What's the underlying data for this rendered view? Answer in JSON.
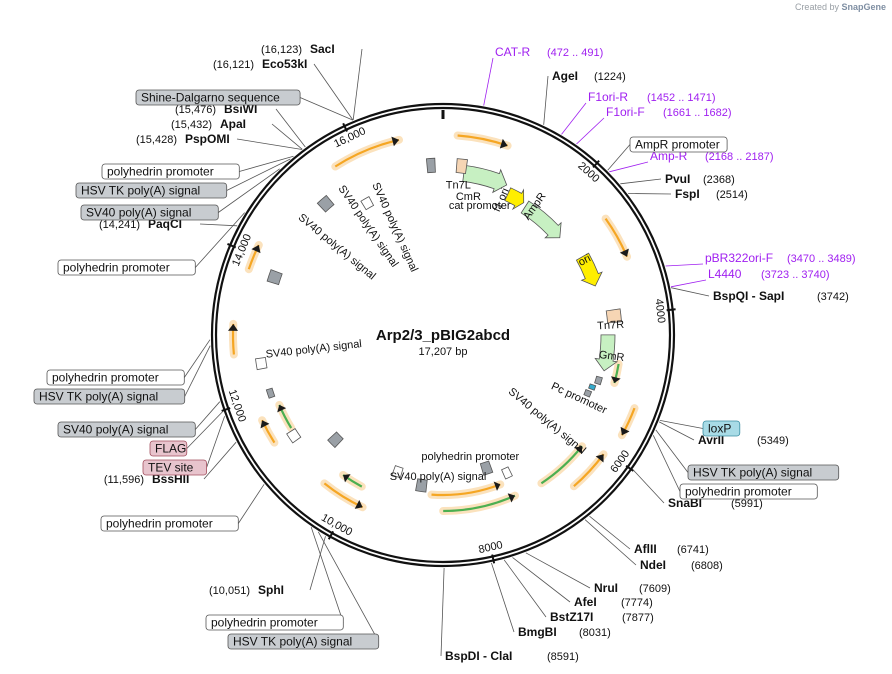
{
  "credit": {
    "prefix": "Created by",
    "brand": "SnapGene"
  },
  "plasmid": {
    "name": "Arp2/3_pBIG2abcd",
    "size": "17,207 bp",
    "length": 17207
  },
  "ticks": [
    {
      "pos": 0,
      "label": ""
    },
    {
      "pos": 2000,
      "label": "2000"
    },
    {
      "pos": 4000,
      "label": "4000"
    },
    {
      "pos": 6000,
      "label": "6000"
    },
    {
      "pos": 8000,
      "label": "8000"
    },
    {
      "pos": 10000,
      "label": "10,000"
    },
    {
      "pos": 12000,
      "label": "12,000"
    },
    {
      "pos": 14000,
      "label": "14,000"
    },
    {
      "pos": 16000,
      "label": "16,000"
    }
  ],
  "enzymes": [
    {
      "name": "AgeI",
      "pos": "(1224)",
      "pos_num": 1224,
      "side": "right"
    },
    {
      "name": "PvuI",
      "pos": "(2368)",
      "pos_num": 2368,
      "side": "right"
    },
    {
      "name": "FspI",
      "pos": "(2514)",
      "pos_num": 2514,
      "side": "right"
    },
    {
      "name": "BspQI  -  SapI",
      "pos": "(3742)",
      "pos_num": 3742,
      "side": "right"
    },
    {
      "name": "AvrII",
      "pos": "(5349)",
      "pos_num": 5349,
      "side": "right"
    },
    {
      "name": "SnaBI",
      "pos": "(5991)",
      "pos_num": 5991,
      "side": "right"
    },
    {
      "name": "AflII",
      "pos": "(6741)",
      "pos_num": 6741,
      "side": "right"
    },
    {
      "name": "NdeI",
      "pos": "(6808)",
      "pos_num": 6808,
      "side": "right"
    },
    {
      "name": "NruI",
      "pos": "(7609)",
      "pos_num": 7609,
      "side": "right"
    },
    {
      "name": "AfeI",
      "pos": "(7774)",
      "pos_num": 7774,
      "side": "right"
    },
    {
      "name": "BstZ17I",
      "pos": "(7877)",
      "pos_num": 7877,
      "side": "right"
    },
    {
      "name": "BmgBI",
      "pos": "(8031)",
      "pos_num": 8031,
      "side": "right"
    },
    {
      "name": "BspDI  -  ClaI",
      "pos": "(8591)",
      "pos_num": 8591,
      "side": "right"
    },
    {
      "name": "SphI",
      "pos": "(10,051)",
      "pos_num": 10051,
      "side": "left"
    },
    {
      "name": "BssHII",
      "pos": "(11,596)",
      "pos_num": 11596,
      "side": "left"
    },
    {
      "name": "PaqCI",
      "pos": "(14,241)",
      "pos_num": 14241,
      "side": "left"
    },
    {
      "name": "PspOMI",
      "pos": "(15,428)",
      "pos_num": 15428,
      "side": "left"
    },
    {
      "name": "ApaI",
      "pos": "(15,432)",
      "pos_num": 15432,
      "side": "left"
    },
    {
      "name": "BsiWI",
      "pos": "(15,476)",
      "pos_num": 15476,
      "side": "left"
    },
    {
      "name": "Eco53kI",
      "pos": "(16,121)",
      "pos_num": 16121,
      "side": "left"
    },
    {
      "name": "SacI",
      "pos": "(16,123)",
      "pos_num": 16123,
      "side": "left"
    }
  ],
  "primers": [
    {
      "name": "CAT-R",
      "range": "(472 .. 491)",
      "pos_num": 481
    },
    {
      "name": "F1ori-R",
      "range": "(1452 .. 1471)",
      "pos_num": 1461
    },
    {
      "name": "F1ori-F",
      "range": "(1661 .. 1682)",
      "pos_num": 1671
    },
    {
      "name": "Amp-R",
      "range": "(2168 .. 2187)",
      "pos_num": 2177
    },
    {
      "name": "pBR322ori-F",
      "range": "(3470 .. 3489)",
      "pos_num": 3479
    },
    {
      "name": "L4440",
      "range": "(3723 .. 3740)",
      "pos_num": 3731
    }
  ],
  "outer_features": [
    {
      "name": "AmpR promoter",
      "pos_num": 2150,
      "style": "white"
    },
    {
      "name": "loxP",
      "pos_num": 5330,
      "style": "cyan"
    },
    {
      "name": "HSV TK poly(A) signal",
      "pos_num": 5450,
      "style": "gray"
    },
    {
      "name": "polyhedrin promoter",
      "pos_num": 5520,
      "style": "white"
    },
    {
      "name": "HSV TK poly(A) signal",
      "pos_num": 10150,
      "style": "gray"
    },
    {
      "name": "polyhedrin promoter",
      "pos_num": 10250,
      "style": "white"
    },
    {
      "name": "polyhedrin promoter",
      "pos_num": 11000,
      "style": "white"
    },
    {
      "name": "TEV site",
      "pos_num": 11930,
      "style": "pink"
    },
    {
      "name": "FLAG",
      "pos_num": 11990,
      "style": "pink"
    },
    {
      "name": "SV40 poly(A) signal",
      "pos_num": 12110,
      "style": "gray"
    },
    {
      "name": "HSV TK poly(A) signal",
      "pos_num": 12780,
      "style": "gray"
    },
    {
      "name": "polyhedrin promoter",
      "pos_num": 12850,
      "style": "white"
    },
    {
      "name": "polyhedrin promoter",
      "pos_num": 14420,
      "style": "white"
    },
    {
      "name": "SV40 poly(A) signal",
      "pos_num": 15080,
      "style": "gray"
    },
    {
      "name": "HSV TK poly(A) signal",
      "pos_num": 15250,
      "style": "gray"
    },
    {
      "name": "polyhedrin promoter",
      "pos_num": 15300,
      "style": "white"
    },
    {
      "name": "Shine-Dalgarno sequence",
      "pos_num": 16120,
      "style": "gray"
    }
  ],
  "inner_labels": [
    {
      "text": "Tn7L",
      "pos_num": 280,
      "r": 150,
      "rotate": false
    },
    {
      "text": "CmR",
      "pos_num": 500,
      "r": 140,
      "rotate": false
    },
    {
      "text": "cat promoter",
      "pos_num": 760,
      "r": 134,
      "rotate": false
    },
    {
      "text": "f1 ori",
      "pos_num": 1120,
      "r": 147,
      "rotate": true
    },
    {
      "text": "AmpR",
      "pos_num": 1700,
      "r": 158,
      "rotate": true
    },
    {
      "text": "ori",
      "pos_num": 2980,
      "r": 160,
      "rotate": true
    },
    {
      "text": "Tn7R",
      "pos_num": 4150,
      "r": 168,
      "rotate": true
    },
    {
      "text": "GmR",
      "pos_num": 4650,
      "r": 170,
      "rotate": true
    },
    {
      "text": "Pc promoter",
      "pos_num": 5500,
      "r": 150,
      "rotate": true
    },
    {
      "text": "SV40 poly(A) signal",
      "pos_num": 6200,
      "r": 135,
      "rotate": true
    },
    {
      "text": "polyhedrin promoter",
      "pos_num": 8000,
      "r": 125,
      "rotate": false
    },
    {
      "text": "SV40 poly(A) signal",
      "pos_num": 8700,
      "r": 142,
      "rotate": false
    },
    {
      "text": "SV40 poly(A) signal",
      "pos_num": 12600,
      "r": 130,
      "rotate": true
    },
    {
      "text": "SV40 poly(A) signal",
      "pos_num": 14800,
      "r": 138,
      "rotate": true
    },
    {
      "text": "SV40 poly(A) signal",
      "pos_num": 15550,
      "r": 132,
      "rotate": true
    },
    {
      "text": "SV40 poly(A) signal",
      "pos_num": 16050,
      "r": 118,
      "rotate": true
    }
  ],
  "map_features": [
    {
      "kind": "arrow",
      "start": 350,
      "end": 1100,
      "r": 163,
      "color": "#c7f0c2",
      "w": 16
    },
    {
      "kind": "arrow",
      "start": 1180,
      "end": 1500,
      "r": 155,
      "color": "#ffee00",
      "w": 14
    },
    {
      "kind": "arrow",
      "start": 1560,
      "end": 2400,
      "r": 152,
      "color": "#c7f0c2",
      "w": 14
    },
    {
      "kind": "arrow",
      "start": 2900,
      "end": 3450,
      "r": 160,
      "color": "#ffee00",
      "w": 14
    },
    {
      "kind": "arrow",
      "start": 4300,
      "end": 4900,
      "r": 165,
      "color": "#c7f0c2",
      "w": 14
    },
    {
      "kind": "box",
      "start": 220,
      "end": 380,
      "r": 170,
      "color": "#f6d5b4",
      "w": 14
    },
    {
      "kind": "box",
      "start": 16950,
      "end": 17080,
      "r": 170,
      "color": "#9aa0a6",
      "w": 14
    },
    {
      "kind": "box",
      "start": 3900,
      "end": 4100,
      "r": 172,
      "color": "#f6d5b4",
      "w": 14
    },
    {
      "kind": "box",
      "start": 5020,
      "end": 5140,
      "r": 162,
      "color": "#9aa0a6",
      "w": 6
    },
    {
      "kind": "box",
      "start": 5180,
      "end": 5260,
      "r": 158,
      "color": "#33aacc",
      "w": 6
    },
    {
      "kind": "box",
      "start": 5300,
      "end": 5400,
      "r": 156,
      "color": "#9aa0a6",
      "w": 6
    },
    {
      "kind": "box",
      "start": 7650,
      "end": 7830,
      "r": 140,
      "color": "#9aa0a6",
      "w": 12
    },
    {
      "kind": "box",
      "start": 8900,
      "end": 9080,
      "r": 152,
      "color": "#9aa0a6",
      "w": 12
    },
    {
      "kind": "box",
      "start": 10700,
      "end": 10880,
      "r": 150,
      "color": "#9aa0a6",
      "w": 12
    },
    {
      "kind": "box",
      "start": 11950,
      "end": 12080,
      "r": 182,
      "color": "#9aa0a6",
      "w": 6
    },
    {
      "kind": "box",
      "start": 13720,
      "end": 13900,
      "r": 178,
      "color": "#9aa0a6",
      "w": 12
    },
    {
      "kind": "box",
      "start": 15120,
      "end": 15300,
      "r": 176,
      "color": "#9aa0a6",
      "w": 12
    },
    {
      "kind": "box",
      "start": 12400,
      "end": 12560,
      "r": 184,
      "color": "#ffffff",
      "w": 10
    },
    {
      "kind": "box",
      "start": 11200,
      "end": 11360,
      "r": 180,
      "color": "#ffffff",
      "w": 10
    },
    {
      "kind": "box",
      "start": 15700,
      "end": 15860,
      "r": 152,
      "color": "#ffffff",
      "w": 10
    },
    {
      "kind": "box",
      "start": 9400,
      "end": 9560,
      "r": 144,
      "color": "#ffffff",
      "w": 10
    },
    {
      "kind": "box",
      "start": 7350,
      "end": 7480,
      "r": 152,
      "color": "#ffffff",
      "w": 10
    }
  ],
  "orf_arrows": [
    {
      "start": 200,
      "end": 900,
      "r": 200,
      "color": "#f5a623",
      "dir": 1
    },
    {
      "start": 2600,
      "end": 3200,
      "r": 200,
      "color": "#f5a623",
      "dir": 1
    },
    {
      "start": 4750,
      "end": 5050,
      "r": 178,
      "color": "#4caf50",
      "dir": 1
    },
    {
      "start": 5300,
      "end": 5700,
      "r": 205,
      "color": "#f5a623",
      "dir": 1
    },
    {
      "start": 6050,
      "end": 6650,
      "r": 200,
      "color": "#f5a623",
      "dir": -1
    },
    {
      "start": 6150,
      "end": 7000,
      "r": 178,
      "color": "#4caf50",
      "dir": -1
    },
    {
      "start": 7450,
      "end": 8600,
      "r": 176,
      "color": "#4caf50",
      "dir": -1
    },
    {
      "start": 7600,
      "end": 8800,
      "r": 160,
      "color": "#f5a623",
      "dir": -1
    },
    {
      "start": 9800,
      "end": 10450,
      "r": 190,
      "color": "#f5a623",
      "dir": -1
    },
    {
      "start": 9950,
      "end": 10300,
      "r": 172,
      "color": "#4caf50",
      "dir": 1
    },
    {
      "start": 11350,
      "end": 11700,
      "r": 200,
      "color": "#f5a623",
      "dir": 1
    },
    {
      "start": 11400,
      "end": 11800,
      "r": 178,
      "color": "#4caf50",
      "dir": 1
    },
    {
      "start": 12650,
      "end": 13050,
      "r": 210,
      "color": "#f5a623",
      "dir": 1
    },
    {
      "start": 13800,
      "end": 14150,
      "r": 205,
      "color": "#f5a623",
      "dir": 1
    },
    {
      "start": 15650,
      "end": 16600,
      "r": 200,
      "color": "#f5a623",
      "dir": 1
    }
  ]
}
